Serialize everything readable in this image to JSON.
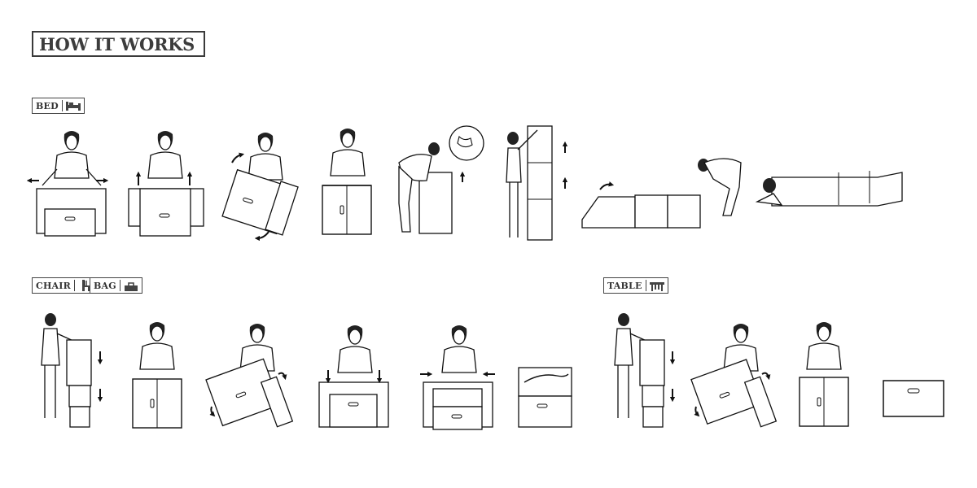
{
  "header": {
    "title": "HOW IT WORKS",
    "icon": "wrench-icon",
    "icon_color": "#c9864a"
  },
  "sections": {
    "bed": {
      "label": "BED",
      "icon": "bed-icon"
    },
    "chair": {
      "label": "CHAIR",
      "icon": "chair-icon"
    },
    "bag": {
      "label": "BAG",
      "icon": "bag-icon"
    },
    "table": {
      "label": "TABLE",
      "icon": "table-icon"
    }
  }
}
